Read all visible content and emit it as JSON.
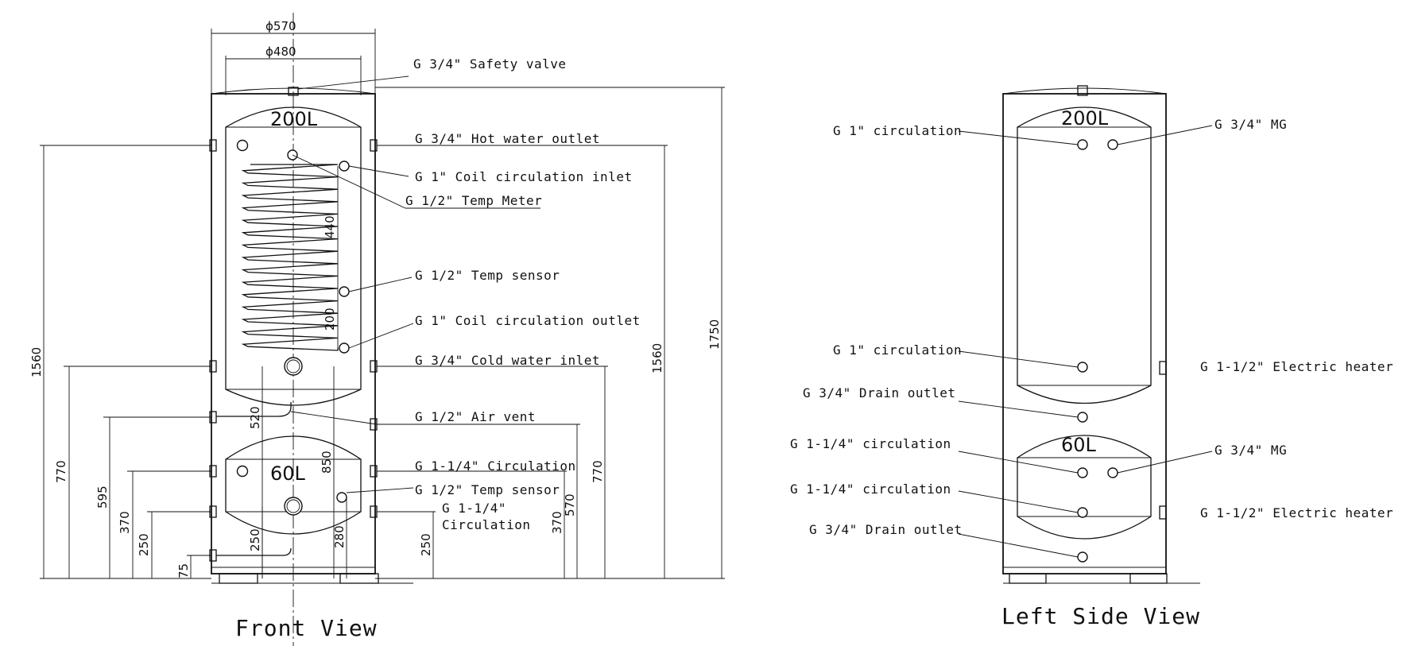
{
  "front_view": {
    "title": "Front View",
    "upper_capacity": "200L",
    "lower_capacity": "60L",
    "diameters": {
      "outer": "ϕ570",
      "inner": "ϕ480"
    },
    "labels": {
      "safety_valve": "G 3/4\" Safety valve",
      "hot_water_outlet": "G 3/4\" Hot water outlet",
      "coil_inlet": "G 1\" Coil circulation inlet",
      "temp_meter": "G 1/2\" Temp Meter",
      "temp_sensor_upper": "G 1/2\" Temp sensor",
      "coil_outlet": "G 1\" Coil circulation outlet",
      "cold_water_inlet": "G 3/4\" Cold water inlet",
      "air_vent": "G 1/2\"  Air vent",
      "circulation_114": "G 1-1/4\" Circulation",
      "temp_sensor_lower": "G 1/2\" Temp sensor",
      "circulation_114_b_line1": "G 1-1/4\"",
      "circulation_114_b_line2": "Circulation"
    },
    "dimensions": {
      "d1560_left": "1560",
      "d770_left": "770",
      "d595": "595",
      "d370_left": "370",
      "d250_left": "250",
      "d75": "75",
      "d440": "440",
      "d200": "200",
      "d520": "520",
      "d850": "850",
      "d250_mid": "250",
      "d280": "280",
      "d250_right": "250",
      "d370_right": "370",
      "d570": "570",
      "d770_right": "770",
      "d1560_right": "1560",
      "d1750": "1750"
    }
  },
  "side_view": {
    "title": "Left Side View",
    "upper_capacity": "200L",
    "lower_capacity": "60L",
    "labels": {
      "circulation_top": "G 1\" circulation",
      "mg_top": "G 3/4\" MG",
      "circulation_mid": "G 1\" circulation",
      "electric_heater_upper": "G 1-1/2\" Electric heater",
      "drain_outlet_upper": "G 3/4\" Drain outlet",
      "circulation_114_a": "G 1-1/4\" circulation",
      "mg_bottom": "G 3/4\" MG",
      "circulation_114_b": "G 1-1/4\" circulation",
      "electric_heater_lower": "G 1-1/2\" Electric heater",
      "drain_outlet_lower": "G 3/4\" Drain outlet"
    }
  }
}
